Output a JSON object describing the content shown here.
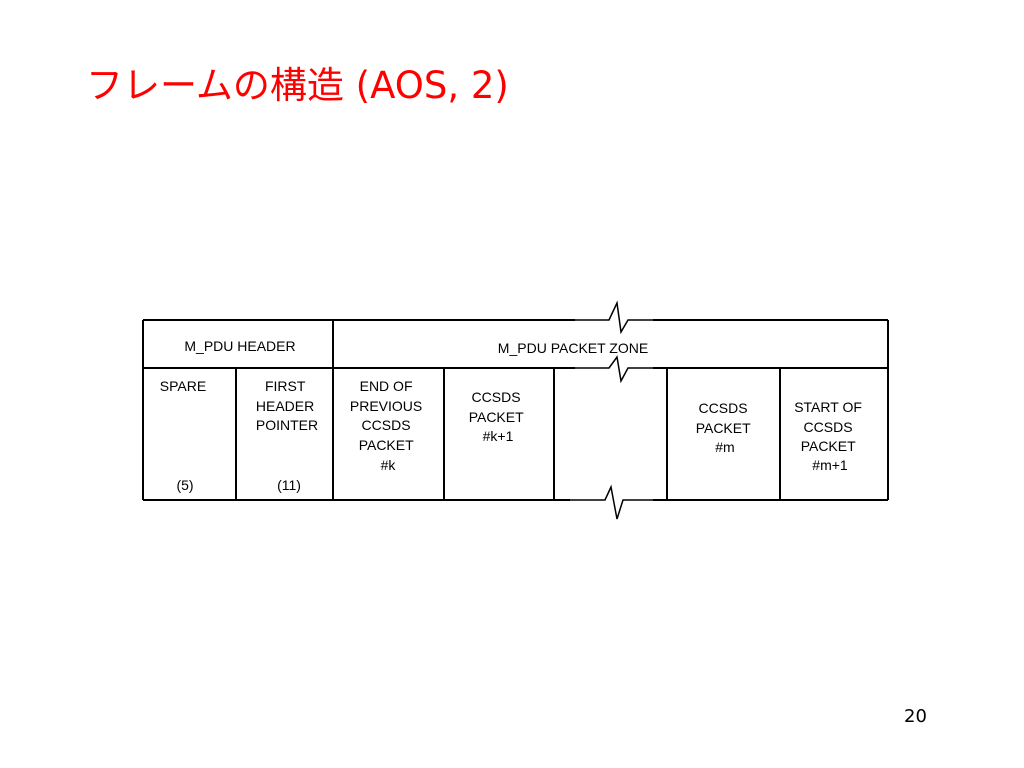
{
  "title": "フレームの構造 (AOS, 2)",
  "page_number": "20",
  "diagram": {
    "header_section": "M_PDU HEADER",
    "zone_section": "M_PDU PACKET ZONE",
    "fields": [
      {
        "lines": [
          "SPARE"
        ],
        "bits": "(5)"
      },
      {
        "lines": [
          "FIRST",
          "HEADER",
          "POINTER"
        ],
        "bits": "(11)"
      },
      {
        "lines": [
          "END OF",
          "PREVIOUS",
          "CCSDS",
          "PACKET",
          "#k"
        ]
      },
      {
        "lines": [
          "CCSDS",
          "PACKET",
          "#k+1"
        ]
      },
      {
        "lines": []
      },
      {
        "lines": [
          "CCSDS",
          "PACKET",
          "#m"
        ]
      },
      {
        "lines": [
          "START OF",
          "CCSDS",
          "PACKET",
          "#m+1"
        ]
      }
    ]
  }
}
